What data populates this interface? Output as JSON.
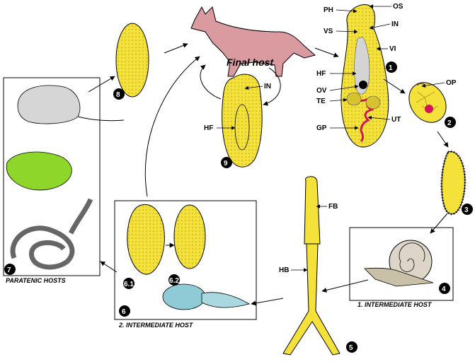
{
  "title": "",
  "final_host_label": "Final host",
  "captions": {
    "paratenic": "PARATENIC HOSTS",
    "intermediate1": "1. INTERMEDIATE HOST",
    "intermediate2": "2. INTERMEDIATE HOST"
  },
  "stage_numbers": [
    "1",
    "2",
    "3",
    "4",
    "5",
    "6",
    "6.1",
    "6.2",
    "7",
    "8",
    "9"
  ],
  "labels": {
    "PH": "PH",
    "OS": "OS",
    "VS": "VS",
    "IN": "IN",
    "VI": "VI",
    "HF": "HF",
    "OV": "OV",
    "TE": "TE",
    "UT": "UT",
    "GP": "GP",
    "OP": "OP",
    "FB": "FB",
    "HB": "HB"
  },
  "colors": {
    "larva_yellow": "#f4e23a",
    "fox": "#d99aa0",
    "frog": "#8fd62a",
    "tadpole": "#8ecbd6",
    "rodent": "#d6d6d6",
    "organ_red": "#d4145a"
  }
}
